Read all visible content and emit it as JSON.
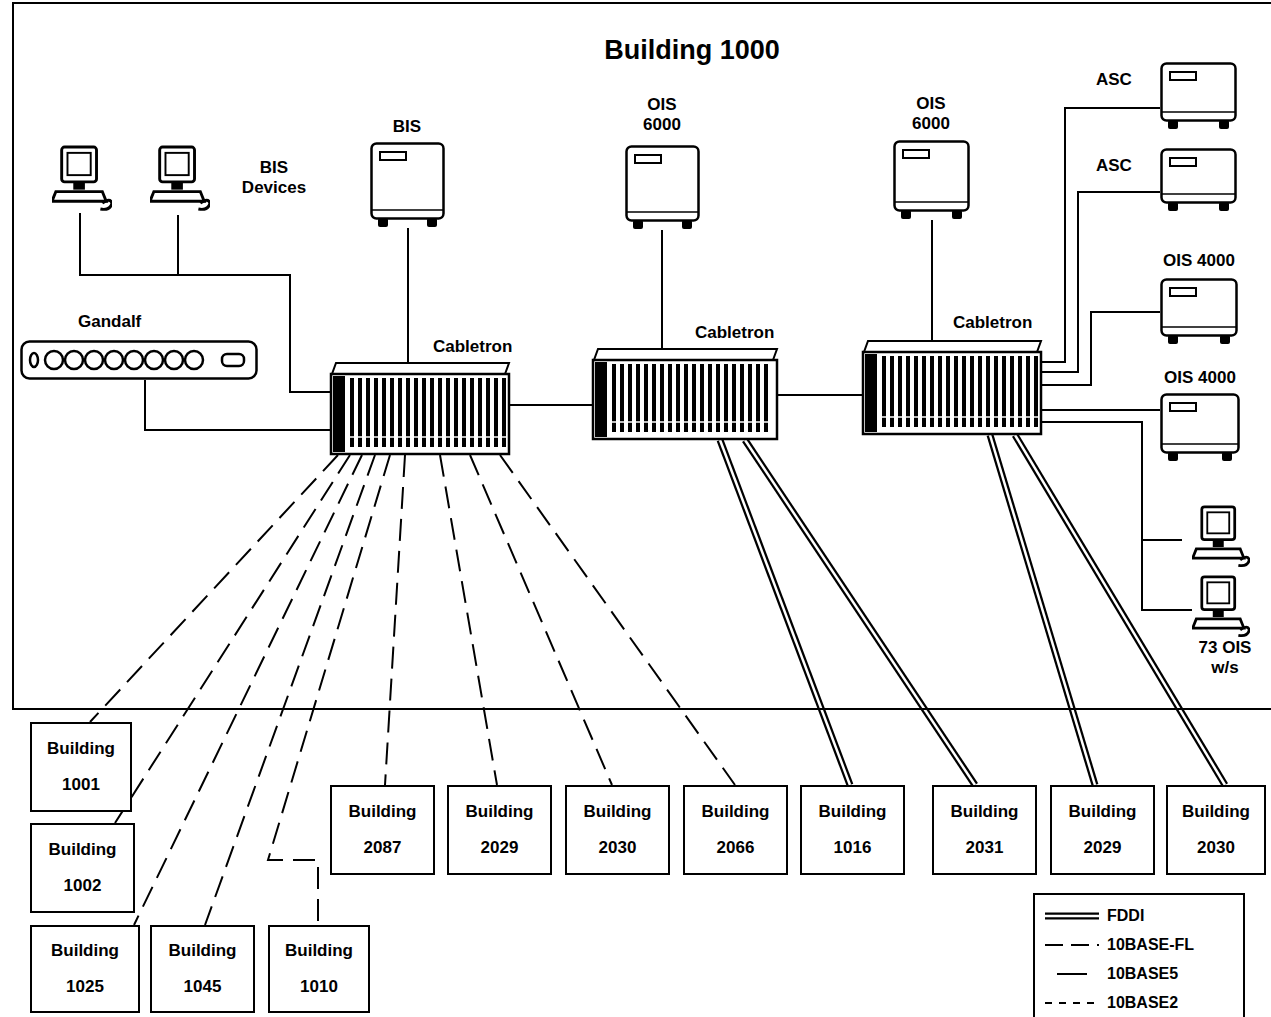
{
  "diagram": {
    "nodes": [
      {
        "text": [
          "Building 1000"
        ]
      },
      {
        "text": [
          "BIS Devices"
        ],
        "in": 0
      },
      {
        "text": [
          "Gandalf"
        ],
        "in": 0
      },
      {
        "text": [
          "BIS"
        ],
        "in": 0
      },
      {
        "text": [
          "OIS 6000"
        ],
        "in": 0
      },
      {
        "text": [
          "OIS 6000"
        ],
        "in": 0
      },
      {
        "text": [
          "ASC"
        ],
        "in": 0
      },
      {
        "text": [
          "ASC"
        ],
        "in": 0
      },
      {
        "text": [
          "OIS 4000"
        ],
        "in": 0
      },
      {
        "text": [
          "OIS 4000"
        ],
        "in": 0
      },
      {
        "text": [
          "Cabletron"
        ],
        "in": 0
      },
      {
        "text": [
          "Cabletron"
        ],
        "in": 0
      },
      {
        "text": [
          "Cabletron"
        ],
        "in": 0
      },
      {
        "text": [
          "73 OIS w/s"
        ],
        "in": 0
      },
      {
        "text": [
          "Building 1001"
        ]
      },
      {
        "text": [
          "Building 1002"
        ]
      },
      {
        "text": [
          "Building 1025"
        ]
      },
      {
        "text": [
          "Building 1045"
        ]
      },
      {
        "text": [
          "Building 1010"
        ]
      },
      {
        "text": [
          "Building 2087"
        ]
      },
      {
        "text": [
          "Building 2029"
        ]
      },
      {
        "text": [
          "Building 2030"
        ]
      },
      {
        "text": [
          "Building 2066"
        ]
      },
      {
        "text": [
          "Building 1016"
        ]
      },
      {
        "text": [
          "Building 2031"
        ]
      },
      {
        "text": [
          "Building 2029"
        ]
      },
      {
        "text": [
          "Building 2030"
        ]
      }
    ],
    "edges": [
      {
        "from": 1,
        "to": 10,
        "arrow": "none"
      },
      {
        "from": 2,
        "to": 10,
        "arrow": "none"
      },
      {
        "from": 3,
        "to": 10,
        "arrow": "none"
      },
      {
        "from": 10,
        "to": 11,
        "arrow": "none"
      },
      {
        "from": 4,
        "to": 11,
        "arrow": "none"
      },
      {
        "from": 11,
        "to": 12,
        "arrow": "none"
      },
      {
        "from": 5,
        "to": 12,
        "arrow": "none"
      },
      {
        "from": 12,
        "to": 6,
        "arrow": "none"
      },
      {
        "from": 12,
        "to": 7,
        "arrow": "none"
      },
      {
        "from": 12,
        "to": 8,
        "arrow": "none"
      },
      {
        "from": 12,
        "to": 9,
        "arrow": "none"
      },
      {
        "from": 12,
        "to": 13,
        "arrow": "none"
      },
      {
        "from": 10,
        "to": 14,
        "arrow": "none"
      },
      {
        "from": 10,
        "to": 15,
        "arrow": "none"
      },
      {
        "from": 10,
        "to": 16,
        "arrow": "none"
      },
      {
        "from": 10,
        "to": 17,
        "arrow": "none"
      },
      {
        "from": 10,
        "to": 18,
        "arrow": "none"
      },
      {
        "from": 10,
        "to": 19,
        "arrow": "none"
      },
      {
        "from": 10,
        "to": 20,
        "arrow": "none"
      },
      {
        "from": 10,
        "to": 21,
        "arrow": "none"
      },
      {
        "from": 10,
        "to": 22,
        "arrow": "none"
      },
      {
        "from": 11,
        "to": 23,
        "arrow": "none"
      },
      {
        "from": 11,
        "to": 24,
        "arrow": "none"
      },
      {
        "from": 12,
        "to": 25,
        "arrow": "none"
      },
      {
        "from": 12,
        "to": 26,
        "arrow": "none"
      }
    ],
    "legend": [
      {
        "text": "FDDI"
      },
      {
        "text": "10BASE-FL"
      },
      {
        "text": "10BASE5"
      },
      {
        "text": "10BASE2"
      }
    ]
  }
}
